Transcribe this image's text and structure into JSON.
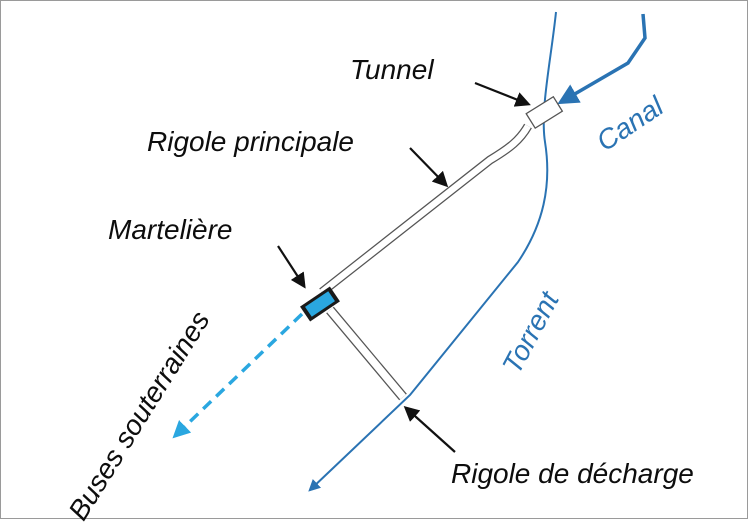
{
  "labels": {
    "tunnel": "Tunnel",
    "canal": "Canal",
    "rigole_principale": "Rigole principale",
    "marteliere": "Martelière",
    "torrent": "Torrent",
    "buses_souterraines": "Buses souterraines",
    "rigole_decharge": "Rigole de décharge"
  },
  "colors": {
    "water_blue": "#2a73b3",
    "pipe_blue": "#2aa7e0",
    "text": "#0d0d0d",
    "border": "#9a9a9a"
  }
}
